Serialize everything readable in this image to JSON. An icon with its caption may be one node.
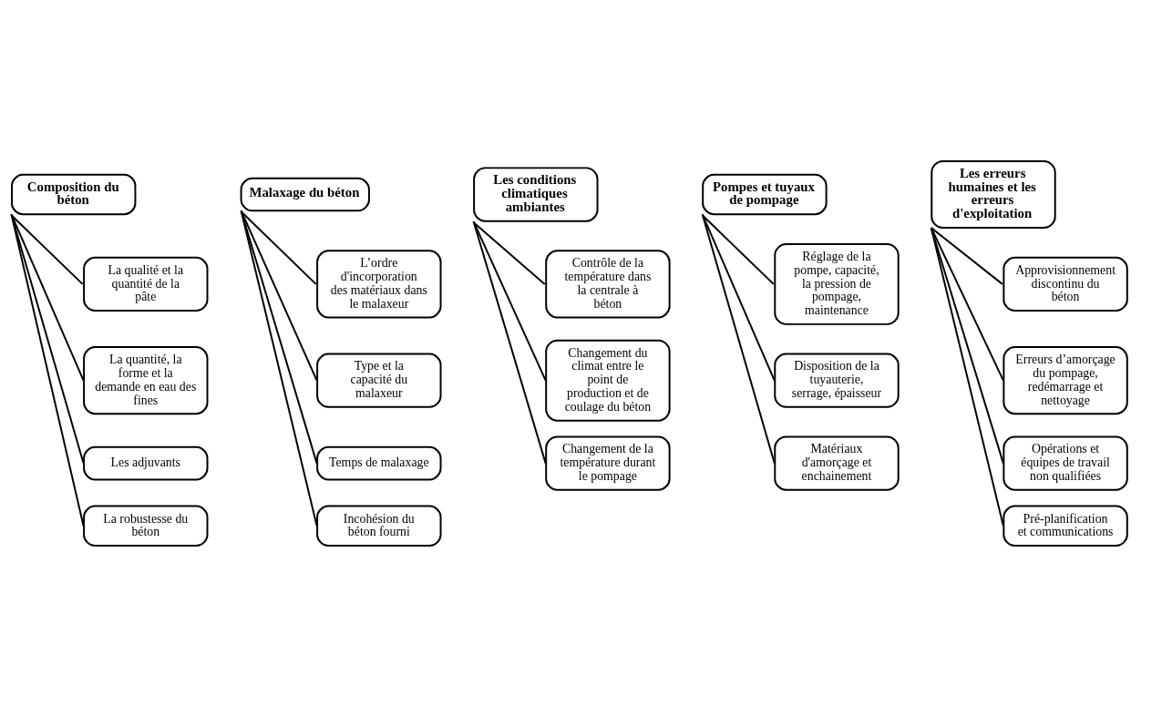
{
  "diagram": {
    "nodes": [
      {
        "text": [
          "Composition du béton"
        ]
      },
      {
        "text": [
          "La qualité et la quantité de la pâte"
        ]
      },
      {
        "text": [
          "La quantité, la forme et la demande en eau des fines"
        ]
      },
      {
        "text": [
          "Les adjuvants"
        ]
      },
      {
        "text": [
          "La robustesse du béton"
        ]
      },
      {
        "text": [
          "Malaxage du béton"
        ]
      },
      {
        "text": [
          "L’ordre d'incorporation des matériaux dans le malaxeur"
        ]
      },
      {
        "text": [
          "Type et la capacité du malaxeur"
        ]
      },
      {
        "text": [
          "Temps de malaxage"
        ]
      },
      {
        "text": [
          "Incohésion du béton fourni"
        ]
      },
      {
        "text": [
          "Les conditions climatiques ambiantes"
        ]
      },
      {
        "text": [
          "Contrôle de la température dans la centrale à béton"
        ]
      },
      {
        "text": [
          "Changement du climat entre le point de production et de coulage du béton"
        ]
      },
      {
        "text": [
          "Changement de la température durant le pompage"
        ]
      },
      {
        "text": [
          "Pompes et tuyaux de pompage"
        ]
      },
      {
        "text": [
          "Réglage de la pompe, capacité, la pression de pompage, maintenance"
        ]
      },
      {
        "text": [
          "Disposition de la tuyauterie, serrage, épaisseur"
        ]
      },
      {
        "text": [
          "Matériaux d'amorçage et enchainement"
        ]
      },
      {
        "text": [
          "Les erreurs humaines et les erreurs d'exploitation"
        ]
      },
      {
        "text": [
          "Approvisionnement discontinu du béton"
        ]
      },
      {
        "text": [
          "Erreurs d’amorçage du pompage, redémarrage et nettoyage"
        ]
      },
      {
        "text": [
          "Opérations et équipes de travail non qualifiées"
        ]
      },
      {
        "text": [
          "Pré-planification et communications"
        ]
      }
    ],
    "edges": [
      {
        "from": 0,
        "to": 1,
        "arrow": "none"
      },
      {
        "from": 0,
        "to": 2,
        "arrow": "none"
      },
      {
        "from": 0,
        "to": 3,
        "arrow": "none"
      },
      {
        "from": 0,
        "to": 4,
        "arrow": "none"
      },
      {
        "from": 5,
        "to": 6,
        "arrow": "none"
      },
      {
        "from": 5,
        "to": 7,
        "arrow": "none"
      },
      {
        "from": 5,
        "to": 8,
        "arrow": "none"
      },
      {
        "from": 5,
        "to": 9,
        "arrow": "none"
      },
      {
        "from": 10,
        "to": 11,
        "arrow": "none"
      },
      {
        "from": 10,
        "to": 12,
        "arrow": "none"
      },
      {
        "from": 10,
        "to": 13,
        "arrow": "none"
      },
      {
        "from": 14,
        "to": 15,
        "arrow": "none"
      },
      {
        "from": 14,
        "to": 16,
        "arrow": "none"
      },
      {
        "from": 14,
        "to": 17,
        "arrow": "none"
      },
      {
        "from": 18,
        "to": 19,
        "arrow": "none"
      },
      {
        "from": 18,
        "to": 20,
        "arrow": "none"
      },
      {
        "from": 18,
        "to": 21,
        "arrow": "none"
      },
      {
        "from": 18,
        "to": 22,
        "arrow": "none"
      }
    ]
  }
}
